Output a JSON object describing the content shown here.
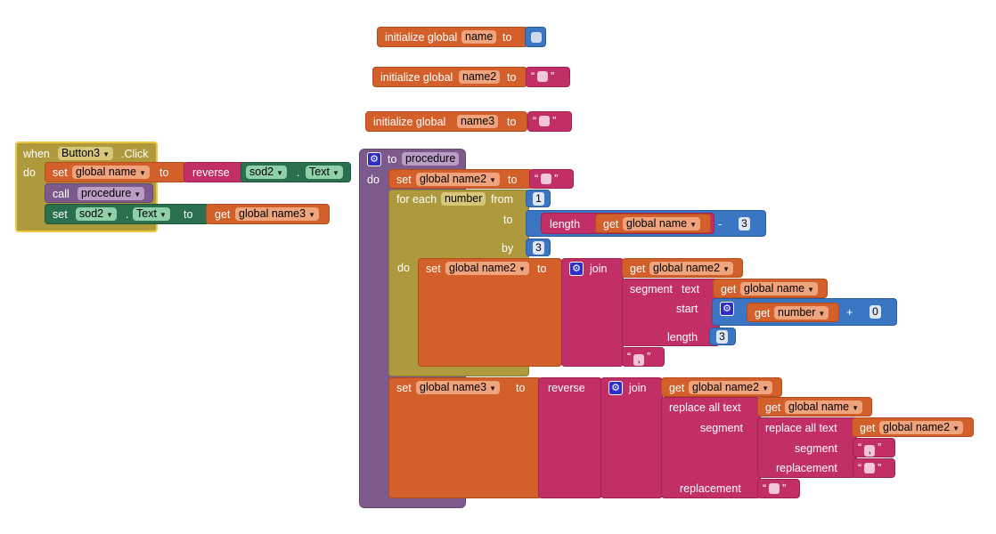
{
  "globals": [
    {
      "kw": "initialize global",
      "name": "name",
      "to": "to"
    },
    {
      "kw": "initialize global",
      "name": "name2",
      "to": "to"
    },
    {
      "kw": "initialize global",
      "name": "name3",
      "to": "to"
    }
  ],
  "event": {
    "when": "when",
    "component": "Button3",
    "event": ".Click",
    "do": "do",
    "set1": {
      "set": "set",
      "var": "global name",
      "to": "to",
      "fn": "reverse",
      "comp": "sod2",
      "dot": ".",
      "prop": "Text"
    },
    "call": {
      "call": "call",
      "proc": "procedure"
    },
    "set2": {
      "set": "set",
      "comp": "sod2",
      "dot": ".",
      "prop": "Text",
      "to": "to",
      "get": "get",
      "var": "global name3"
    }
  },
  "procedure": {
    "to": "to",
    "name": "procedure",
    "do": "do",
    "set1": {
      "set": "set",
      "var": "global name2",
      "to": "to"
    },
    "foreach": {
      "label": "for each",
      "var": "number",
      "from": "from",
      "from_val": "1",
      "to": "to",
      "length": "length",
      "get": "get",
      "get_var": "global name",
      "minus": "-",
      "minus_val": "3",
      "by": "by",
      "by_val": "3",
      "do": "do",
      "inner_set": {
        "set": "set",
        "var": "global name2",
        "to": "to",
        "join": "join",
        "get": "get",
        "get_var": "global name2",
        "segment": "segment",
        "text": "text",
        "seg_get_var": "global name",
        "start": "start",
        "start_get_var": "number",
        "plus": "+",
        "plus_val": "0",
        "length": "length",
        "length_val": "3",
        "comma": ","
      }
    },
    "set3": {
      "set": "set",
      "var": "global name3",
      "to": "to",
      "reverse": "reverse",
      "join": "join",
      "get": "get",
      "get_var": "global name2",
      "replace_all": "replace all text",
      "ra_get_var": "global name",
      "segment": "segment",
      "ra2": "replace all text",
      "ra2_get_var": "global name2",
      "segment2": "segment",
      "comma": ",",
      "replacement2": "replacement",
      "replacement": "replacement"
    }
  },
  "colors": {
    "orange": "#d35f2a",
    "pink": "#c22f66",
    "blue": "#3a76c4",
    "green": "#2a6f4e",
    "purple": "#7d5a8c",
    "olive": "#ae9a3d",
    "gold": "#f2c53d"
  }
}
